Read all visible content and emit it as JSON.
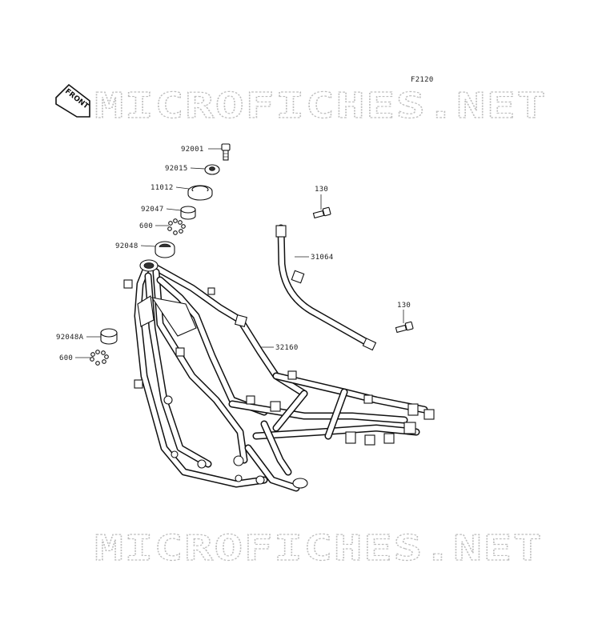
{
  "diagram": {
    "figure_code": "F2120",
    "front_label": "FRONT",
    "watermark_top": "MICROFICHES.NET",
    "watermark_bottom": "MICROFICHES.NET",
    "callouts": [
      {
        "id": "92001",
        "text": "92001"
      },
      {
        "id": "92015",
        "text": "92015"
      },
      {
        "id": "11012",
        "text": "11012"
      },
      {
        "id": "92047",
        "text": "92047"
      },
      {
        "id": "600-upper",
        "text": "600"
      },
      {
        "id": "92048",
        "text": "92048"
      },
      {
        "id": "130-upper",
        "text": "130"
      },
      {
        "id": "31064",
        "text": "31064"
      },
      {
        "id": "130-lower",
        "text": "130"
      },
      {
        "id": "32160",
        "text": "32160"
      },
      {
        "id": "92048A",
        "text": "92048A"
      },
      {
        "id": "600-lower",
        "text": "600"
      }
    ]
  }
}
